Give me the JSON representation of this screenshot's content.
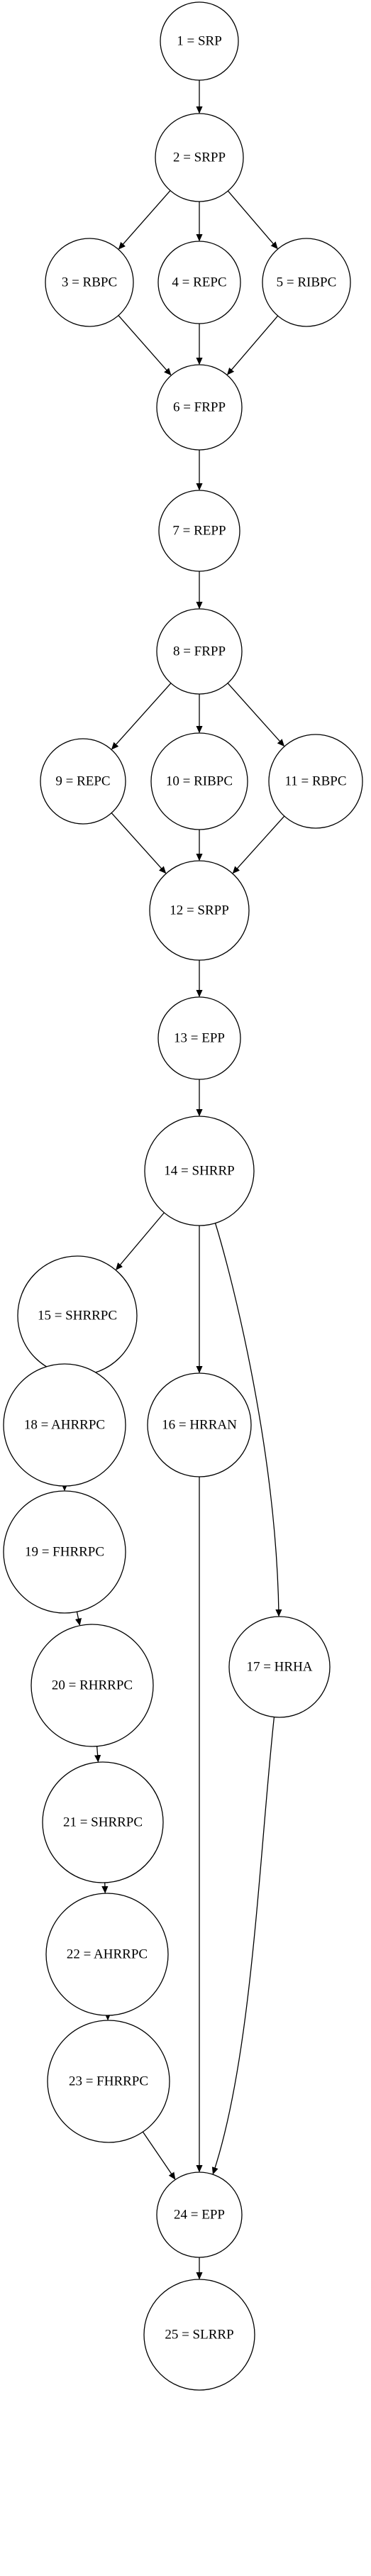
{
  "diagram": {
    "nodes": [
      {
        "id": 1,
        "label": "1 = SRP"
      },
      {
        "id": 2,
        "label": "2 = SRPP"
      },
      {
        "id": 3,
        "label": "3 = RBPC"
      },
      {
        "id": 4,
        "label": "4 = REPC"
      },
      {
        "id": 5,
        "label": "5 = RIBPC"
      },
      {
        "id": 6,
        "label": "6 = FRPP"
      },
      {
        "id": 7,
        "label": "7 = REPP"
      },
      {
        "id": 8,
        "label": "8 = FRPP"
      },
      {
        "id": 9,
        "label": "9 = REPC"
      },
      {
        "id": 10,
        "label": "10 = RIBPC"
      },
      {
        "id": 11,
        "label": "11 = RBPC"
      },
      {
        "id": 12,
        "label": "12 = SRPP"
      },
      {
        "id": 13,
        "label": "13 = EPP"
      },
      {
        "id": 14,
        "label": "14 = SHRRP"
      },
      {
        "id": 15,
        "label": "15 = SHRRPC"
      },
      {
        "id": 16,
        "label": "16 = HRRAN"
      },
      {
        "id": 17,
        "label": "17 = HRHA"
      },
      {
        "id": 18,
        "label": "18 = AHRRPC"
      },
      {
        "id": 19,
        "label": "19 = FHRRPC"
      },
      {
        "id": 20,
        "label": "20 = RHRRPC"
      },
      {
        "id": 21,
        "label": "21 = SHRRPC"
      },
      {
        "id": 22,
        "label": "22 = AHRRPC"
      },
      {
        "id": 23,
        "label": "23 = FHRRPC"
      },
      {
        "id": 24,
        "label": "24 = EPP"
      },
      {
        "id": 25,
        "label": "25 = SLRRP"
      }
    ],
    "edges": [
      [
        1,
        2
      ],
      [
        2,
        3
      ],
      [
        2,
        4
      ],
      [
        2,
        5
      ],
      [
        3,
        6
      ],
      [
        4,
        6
      ],
      [
        5,
        6
      ],
      [
        6,
        7
      ],
      [
        7,
        8
      ],
      [
        8,
        9
      ],
      [
        8,
        10
      ],
      [
        8,
        11
      ],
      [
        9,
        12
      ],
      [
        10,
        12
      ],
      [
        11,
        12
      ],
      [
        12,
        13
      ],
      [
        13,
        14
      ],
      [
        14,
        15
      ],
      [
        14,
        16
      ],
      [
        14,
        17
      ],
      [
        15,
        18
      ],
      [
        18,
        19
      ],
      [
        19,
        20
      ],
      [
        20,
        21
      ],
      [
        21,
        22
      ],
      [
        22,
        23
      ],
      [
        23,
        24
      ],
      [
        16,
        24
      ],
      [
        17,
        24
      ],
      [
        24,
        25
      ]
    ]
  }
}
